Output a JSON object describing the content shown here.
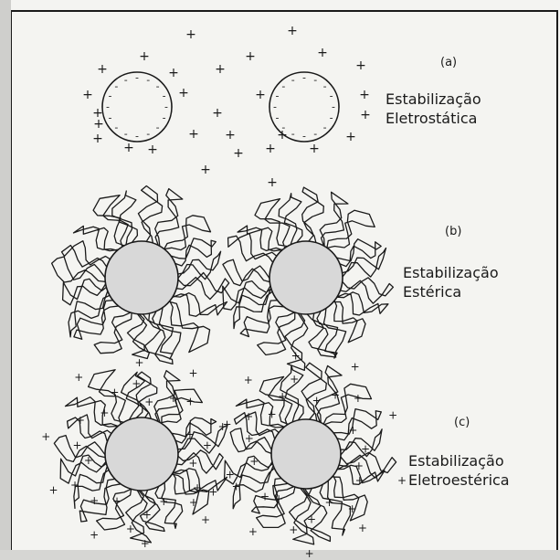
{
  "panels": [
    {
      "tag": "(a)",
      "title_line1": "Estabilização",
      "title_line2": "Eletrostática"
    },
    {
      "tag": "(b)",
      "title_line1": "Estabilização",
      "title_line2": "Estérica"
    },
    {
      "tag": "(c)",
      "title_line1": "Estabilização",
      "title_line2": "Eletroestérica"
    }
  ],
  "symbols": {
    "counter_ion": "+",
    "surface_charge": "-"
  },
  "colors": {
    "background": "#f4f4f1",
    "ink": "#1a1a1a",
    "particle_fill": "#d8d8d8"
  }
}
